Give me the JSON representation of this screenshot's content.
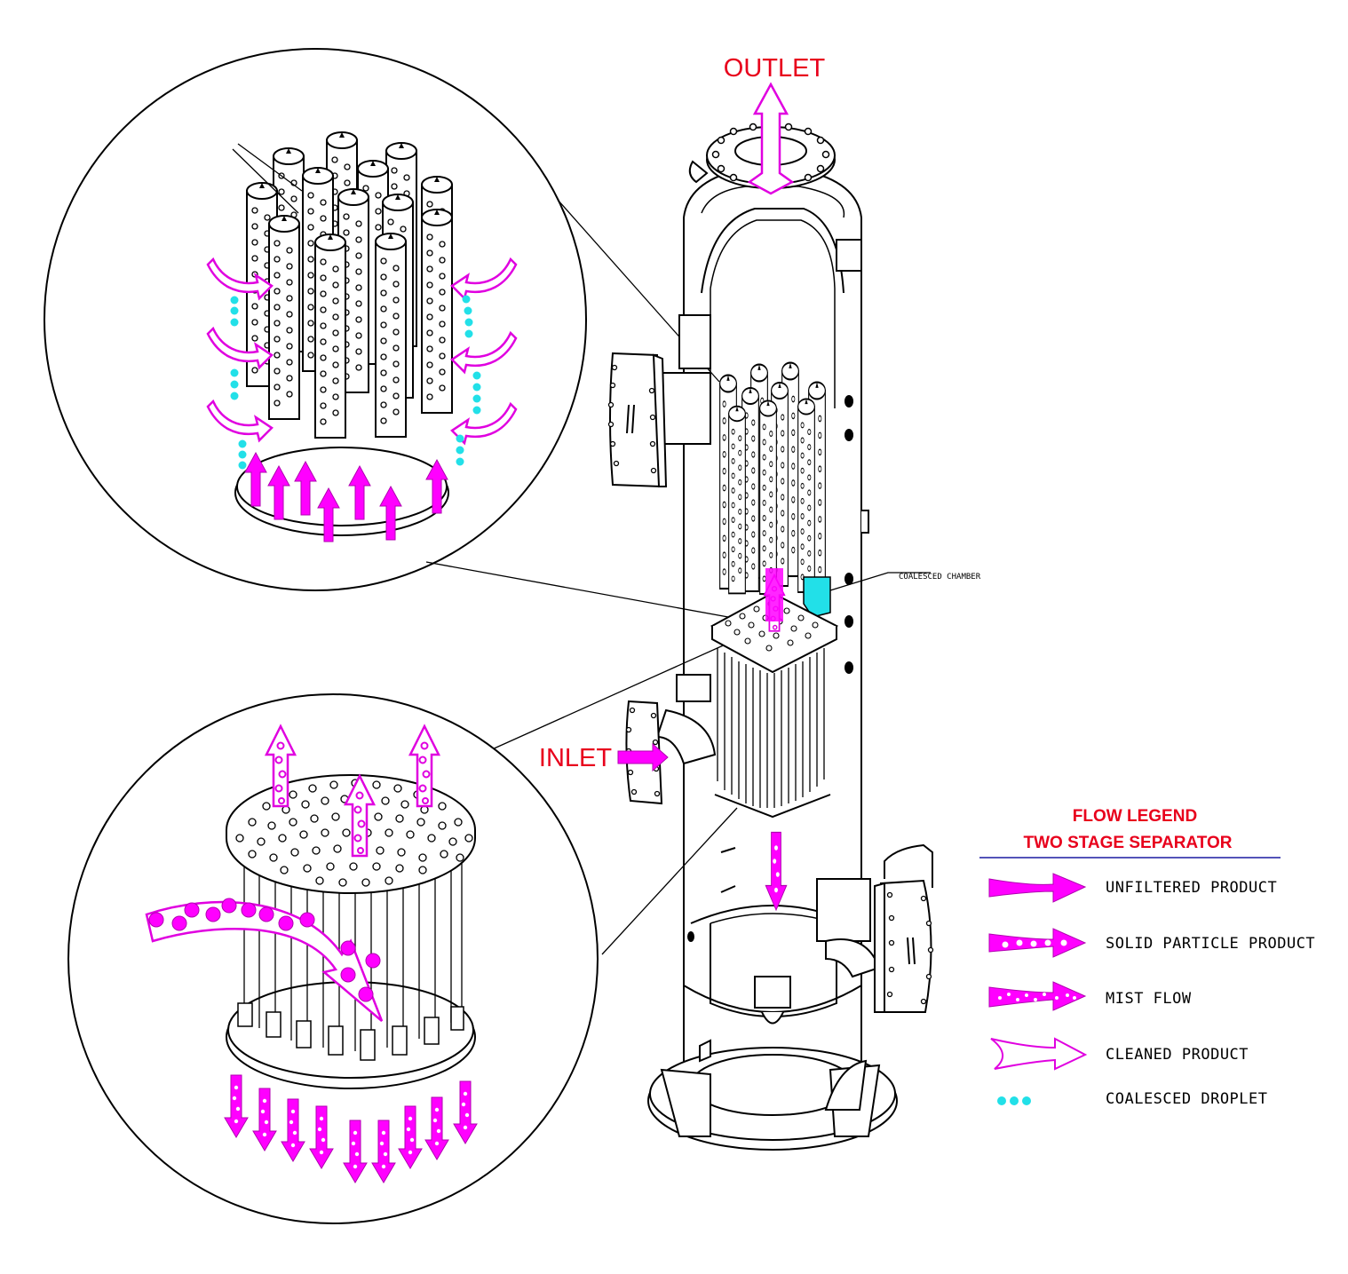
{
  "labels": {
    "outlet": "OUTLET",
    "inlet": "INLET",
    "coalesced_chamber": "COALESCED CHAMBER"
  },
  "legend": {
    "title": "FLOW LEGEND",
    "subtitle": "TWO STAGE SEPARATOR",
    "items": [
      {
        "symbol": "solid-arrow",
        "label": "UNFILTERED PRODUCT"
      },
      {
        "symbol": "arrow-with-circles",
        "label": "SOLID PARTICLE PRODUCT"
      },
      {
        "symbol": "arrow-with-small-circles",
        "label": "MIST FLOW"
      },
      {
        "symbol": "open-arrow",
        "label": "CLEANED PRODUCT"
      },
      {
        "symbol": "cyan-dots",
        "label": "COALESCED DROPLET"
      }
    ]
  },
  "colors": {
    "label_red": "#e8001c",
    "flow_magenta": "#ff00ff",
    "droplet_cyan": "#22e0e8",
    "legend_rule": "#1a1aa0",
    "line": "#000000"
  }
}
